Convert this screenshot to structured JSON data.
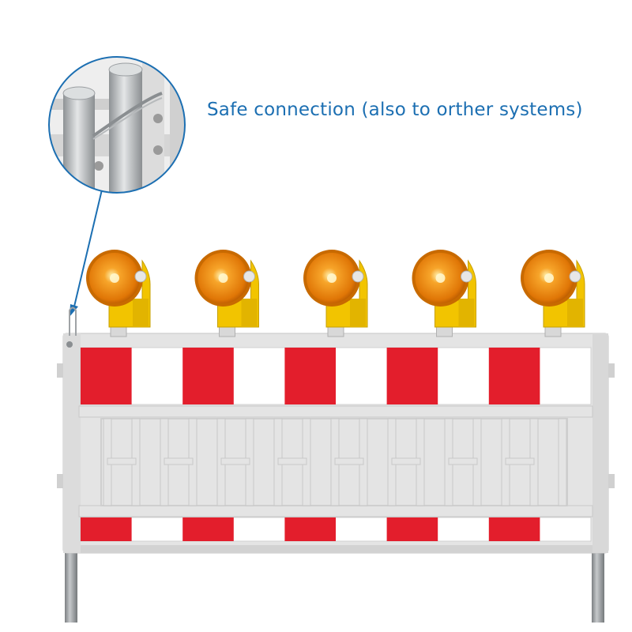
{
  "caption": "Safe connection (also to orther systems)",
  "colors": {
    "caption": "#1c6fb2",
    "callout_line": "#1c6fb2",
    "reflective_red": "#e31e2c",
    "reflective_white": "#ffffff",
    "frame": "#e4e4e4",
    "frame_shadow": "#c8c8c8",
    "lamp_housing": "#f2c400",
    "lamp_lens": "#f08a10",
    "post_metal": "#9fa3a6"
  },
  "objects": {
    "warning_lamp_count": 5,
    "upper_panel_red_segments": 5,
    "lower_panel_red_segments": 5,
    "fence_slat_count": 17,
    "support_posts": 2
  },
  "icons": [
    "warning-lamp-icon",
    "connector-detail-icon",
    "arrow-pointer-icon"
  ]
}
